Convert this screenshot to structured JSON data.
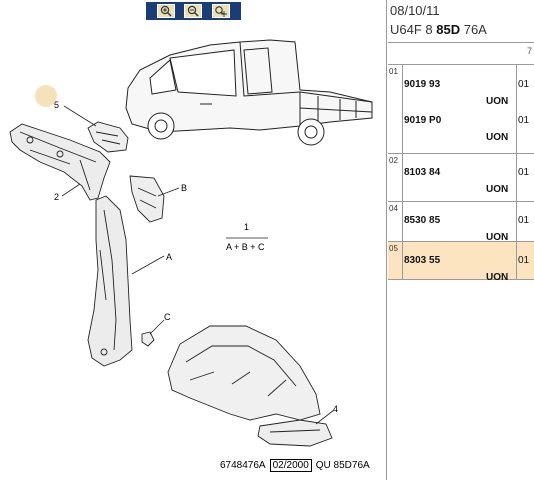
{
  "toolbar": {
    "zoom_in_icon": "zoom-in-icon",
    "zoom_out_icon": "zoom-out-icon",
    "zoom_fit_icon": "zoom-move-icon"
  },
  "diagram": {
    "callouts": {
      "c5": "5",
      "c2": "2",
      "cB": "B",
      "cA": "A",
      "cC": "C",
      "c1": "1",
      "c4": "4",
      "formula": "A + B + C"
    },
    "footer": {
      "ref": "6748476A",
      "date_box": "02/2000",
      "code": "QU 85D76A"
    }
  },
  "parts_panel": {
    "date": "08/10/11",
    "ref_prefix": "U64F 8 ",
    "ref_bold": "85D",
    "ref_suffix": " 76A",
    "col_header": "7",
    "groups": [
      {
        "num": "01",
        "parts": [
          {
            "pn": "9019 93",
            "unit": "UON",
            "qty": "01"
          },
          {
            "pn": "9019 P0",
            "unit": "UON",
            "qty": "01"
          }
        ]
      },
      {
        "num": "02",
        "parts": [
          {
            "pn": "8103 84",
            "unit": "UON",
            "qty": "01"
          }
        ]
      },
      {
        "num": "04",
        "parts": [
          {
            "pn": "8530 85",
            "unit": "UON",
            "qty": "01"
          }
        ]
      },
      {
        "num": "05",
        "parts": [
          {
            "pn": "8303 55",
            "unit": "UON",
            "qty": "01"
          }
        ]
      }
    ]
  }
}
